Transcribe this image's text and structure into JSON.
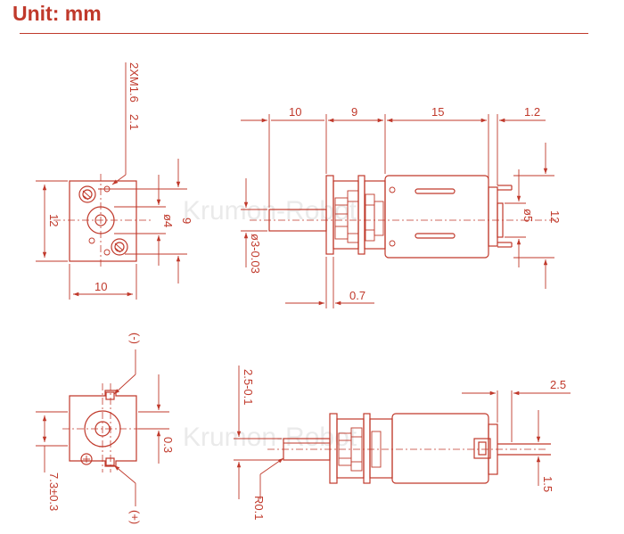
{
  "header": {
    "title": "Unit: mm"
  },
  "watermark": "Krumon-Robot",
  "front_view": {
    "thread_note": "2XM1.6",
    "depth_note": "2.1",
    "height_label": "12",
    "width_label": "10",
    "bore_label": "ø4",
    "hole_spacing_label": "9"
  },
  "side_view": {
    "lengths": [
      "10",
      "9",
      "15",
      "1.2"
    ],
    "shaft_label": "ø3-0.03",
    "flange_label": "0.7",
    "boss_label": "ø5",
    "height_label": "12"
  },
  "rear_view": {
    "neg_terminal": "(-)",
    "pos_terminal": "(+)",
    "offset_label": "0.3",
    "terminal_spacing_label": "7.3±0.3"
  },
  "bottom_view": {
    "flat_label": "2.5-0.1",
    "fillet_label": "R0.1",
    "terminal_len_label": "2.5",
    "terminal_thick_label": "1.5"
  }
}
